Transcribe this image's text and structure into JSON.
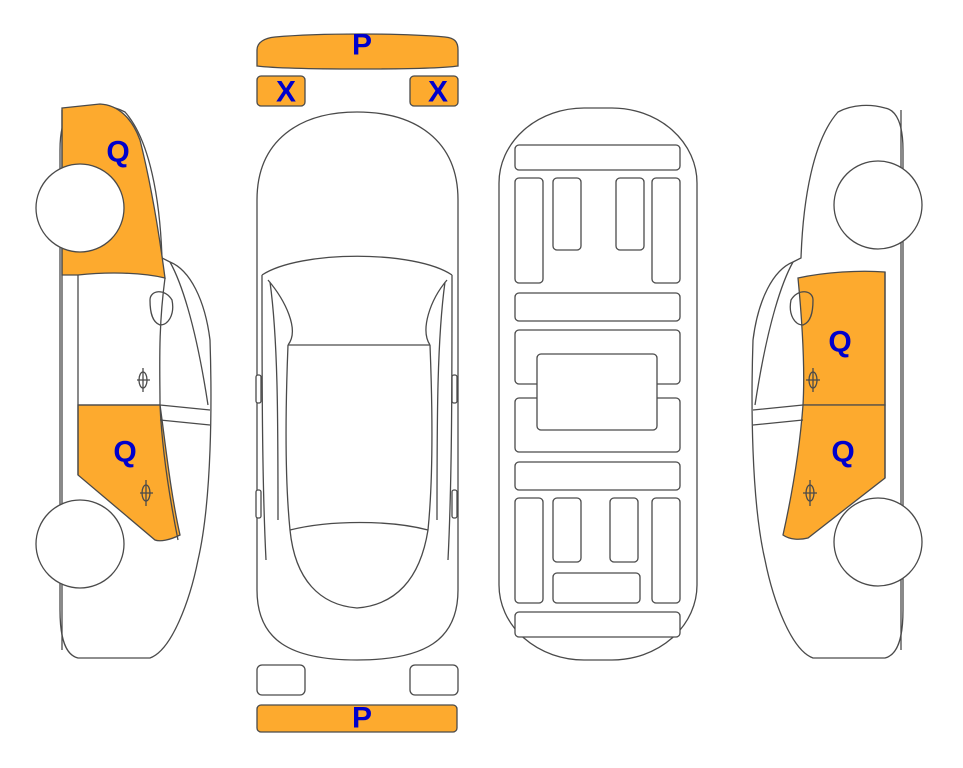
{
  "colors": {
    "damage_fill": "#FDAA2E",
    "code_text": "#0000CC",
    "outline": "#4A4A4A"
  },
  "codes": {
    "front_bumper": "P",
    "headlight_left": "X",
    "headlight_right": "X",
    "rear_bumper": "P",
    "left_front_fender": "Q",
    "left_rear_door": "Q",
    "right_front_door": "Q",
    "right_rear_door": "Q"
  }
}
